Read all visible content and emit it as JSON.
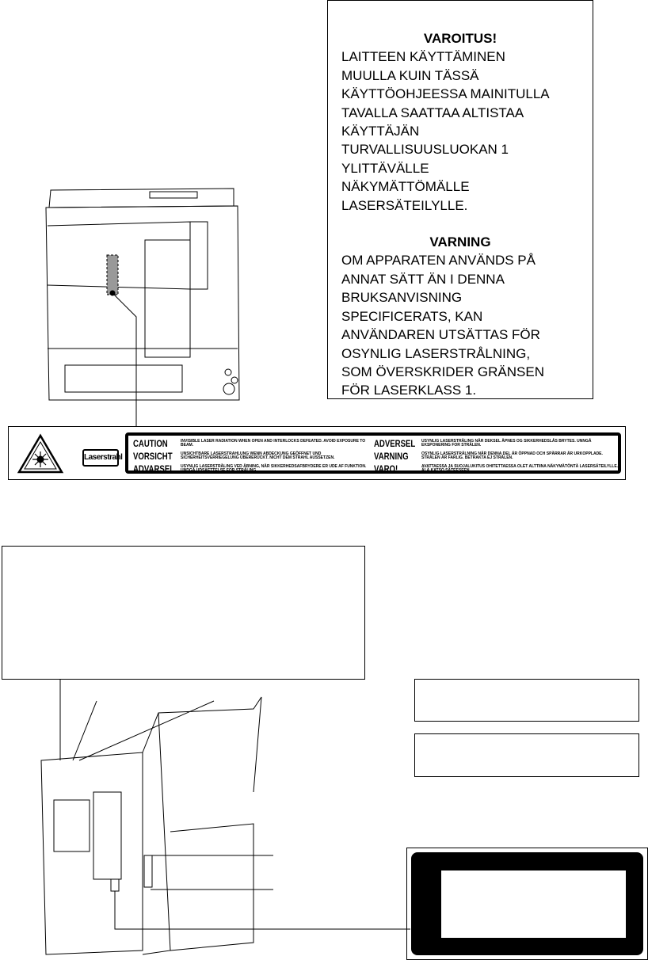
{
  "warning_fi": {
    "title": "VAROITUS!",
    "lines": [
      "LAITTEEN KÄYTTÄMINEN",
      "MUULLA KUIN TÄSSÄ",
      "KÄYTTÖOHJEESSA MAINITULLA",
      "TAVALLA SAATTAA ALTISTAA",
      "KÄYTTÄJÄN",
      "TURVALLISUUSLUOKAN 1",
      "YLITTÄVÄLLE",
      "NÄKYMÄTTÖMÄLLE",
      "LASERSÄTEILYLLE."
    ]
  },
  "warning_sv": {
    "title": "VARNING",
    "lines": [
      "OM APPARATEN ANVÄNDS PÅ",
      "ANNAT SÄTT ÄN I DENNA",
      "BRUKSANVISNING",
      "SPECIFICERATS, KAN",
      "ANVÄNDAREN UTSÄTTAS FÖR",
      "OSYNLIG LASERSTRÅLNING,",
      "SOM ÖVERSKRIDER GRÄNSEN",
      "FÖR LASERKLASS 1."
    ]
  },
  "laser_label": {
    "tag": "Laserstrahl",
    "rows": [
      {
        "head": "CAUTION",
        "text": "INVISIBLE LASER RADIATION WHEN OPEN AND INTERLOCKS DEFEATED. AVOID EXPOSURE TO BEAM."
      },
      {
        "head": "VORSICHT",
        "text": "UNSICHTBARE LASERSTRAHLUNG WENN ABDECKUNG GEÖFFNET UND SICHERHEITSVERRIEGELUNG ÜBERERÜCKT. NICHT DEM STRAHL AUSSETZEN."
      },
      {
        "head": "ADVARSEL",
        "text": "USYNLIG LASERSTRÅLING VED ÅBNING, NÅR SIKKERHEDSAFBRYDERE ER UDE AF FUNKTION. UNDGÅ UDSAETTELSE FOR STRÅLING."
      },
      {
        "head": "ADVERSEL",
        "text": "USYNLIG LASERSTRÅLING NÅR DEKSEL ÅPNES OG SIKKERHEDSLÅS BRYTES. UNNGÅ EKSPONERING FOR STRÅLEN."
      },
      {
        "head": "VARNING",
        "text": "OSYNLIG LASERSTRÅLNING NÄR DENNA DEL ÄR ÖPPNAD OCH SPÄRRAR ÄR URKOPPLADE. STRÅLEN ÄR FARLIG. BETRAKTA EJ STRÅLEN."
      },
      {
        "head": "VARO!",
        "text": "AVATTAESSA JA SUOJALUKITUS OHITETTAESSA OLET ALTTIINA NÄKYMÄTÖNTÄ LASERSÄTEILYLLE. ÄLÄ KATSO SÄTEESEEN."
      }
    ]
  }
}
